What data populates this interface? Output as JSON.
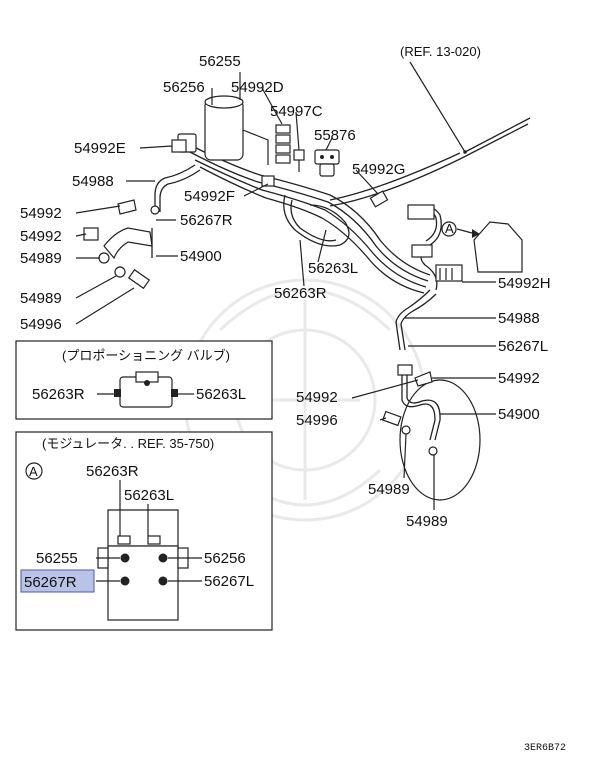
{
  "ref_main": "(REF. 13-020)",
  "ref_modulator": "(モジュレータ. . REF. 35-750)",
  "valve_title": "(プロポーショニング バルブ)",
  "circle_a": "A",
  "footer_code": "3ER6B72",
  "labels": {
    "p56255": "56255",
    "p56256": "56256",
    "p54992D": "54992D",
    "p54997C": "54997C",
    "p55876": "55876",
    "p54992E": "54992E",
    "p54992G": "54992G",
    "p54988_a": "54988",
    "p54992F": "54992F",
    "p54992_a": "54992",
    "p56267R_a": "56267R",
    "p54992_b": "54992",
    "p54989_a": "54989",
    "p54900_a": "54900",
    "p56263L_a": "56263L",
    "p54992H": "54992H",
    "p54989_b": "54989",
    "p56263R_a": "56263R",
    "p54996_a": "54996",
    "p54988_b": "54988",
    "p56267L_a": "56267L",
    "p54992_c": "54992",
    "p56263R_b": "56263R",
    "p56263L_b": "56263L",
    "p54992_d": "54992",
    "p54900_b": "54900",
    "p54996_b": "54996",
    "p54989_c": "54989",
    "p54989_d": "54989",
    "p56263R_c": "56263R",
    "p56263L_c": "56263L",
    "p56255_b": "56255",
    "p56256_b": "56256",
    "p56267R_b": "56267R",
    "p56267L_b": "56267L"
  }
}
